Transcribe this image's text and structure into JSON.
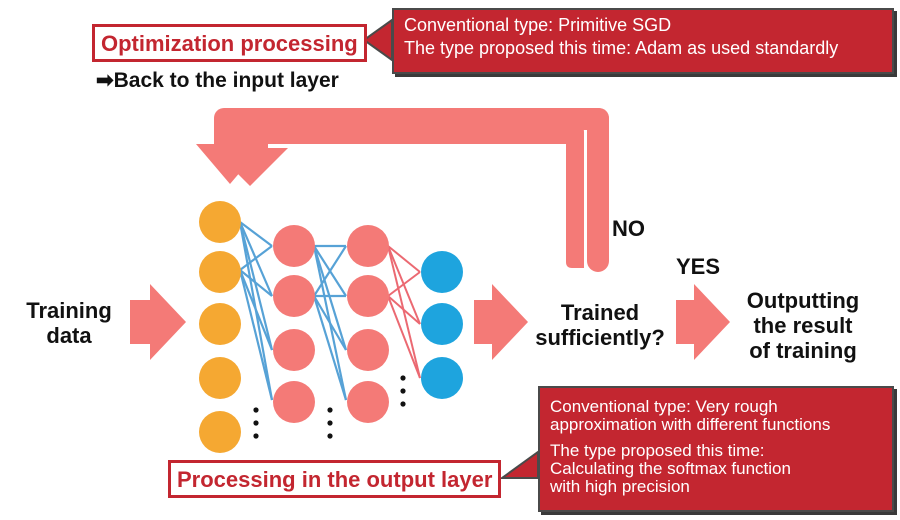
{
  "optimization": {
    "title": "Optimization processing",
    "back_note": "➡Back to the input layer",
    "callout": [
      "Conventional type: Primitive SGD",
      "The type proposed this time:  Adam as used standardly"
    ]
  },
  "flow": {
    "input_label_line1": "Training",
    "input_label_line2": "data",
    "decision_line1": "Trained",
    "decision_line2": "sufficiently?",
    "no_label": "NO",
    "yes_label": "YES",
    "output_line1": "Outputting",
    "output_line2": "the result",
    "output_line3": "of training"
  },
  "output_layer": {
    "title": "Processing in the output layer",
    "callout_conventional": [
      "Conventional type:  Very rough",
      "approximation with different functions"
    ],
    "callout_proposed": [
      "The type proposed this time:",
      "Calculating the softmax function",
      "with high precision"
    ]
  },
  "colors": {
    "arrow_fill": "#f47a77",
    "input_node": "#f5a832",
    "hidden_node": "#f47a77",
    "output_node": "#1ea4de",
    "callout_bg": "#c32630",
    "blue_edge": "#3a92d0",
    "red_edge": "#e8505a"
  }
}
